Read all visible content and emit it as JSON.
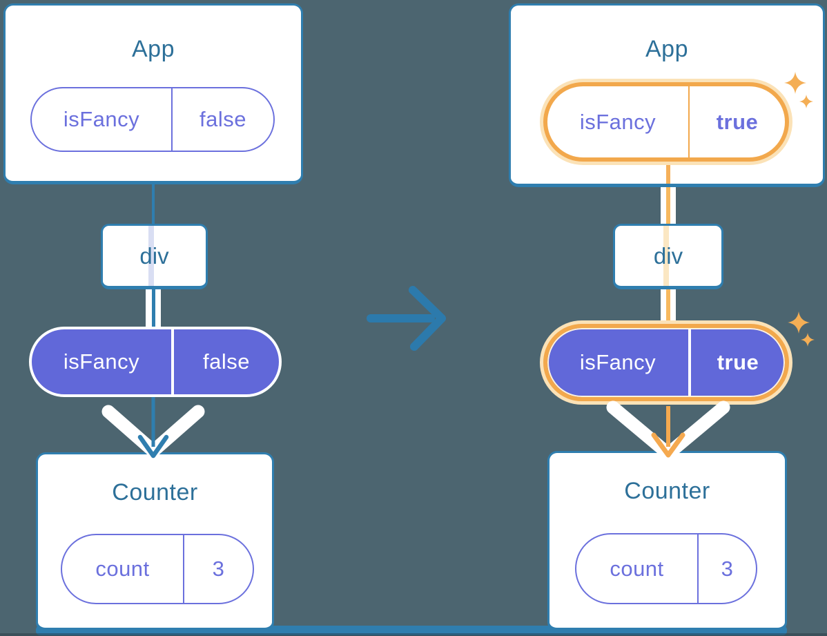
{
  "background_color": "#4C6570",
  "accent_colors": {
    "card_border_blue": "#2F7EAF",
    "title_text_blue": "#2D7099",
    "purple_outline": "#6B70DD",
    "purple_fill": "#6168D9",
    "orange_highlight": "#F2A84C",
    "orange_glow": "#FBE2B7",
    "sparkle_orange": "#F4AE55",
    "white": "#FFFFFF"
  },
  "transition_arrow": {
    "direction": "right"
  },
  "left_tree": {
    "app": {
      "title": "App",
      "prop": {
        "name": "isFancy",
        "value": "false"
      }
    },
    "container": {
      "title": "div"
    },
    "passed_prop": {
      "name": "isFancy",
      "value": "false"
    },
    "counter": {
      "title": "Counter",
      "state": {
        "name": "count",
        "value": "3"
      }
    }
  },
  "right_tree": {
    "app": {
      "title": "App",
      "prop": {
        "name": "isFancy",
        "value": "true"
      }
    },
    "container": {
      "title": "div"
    },
    "passed_prop": {
      "name": "isFancy",
      "value": "true"
    },
    "counter": {
      "title": "Counter",
      "state": {
        "name": "count",
        "value": "3"
      }
    }
  }
}
